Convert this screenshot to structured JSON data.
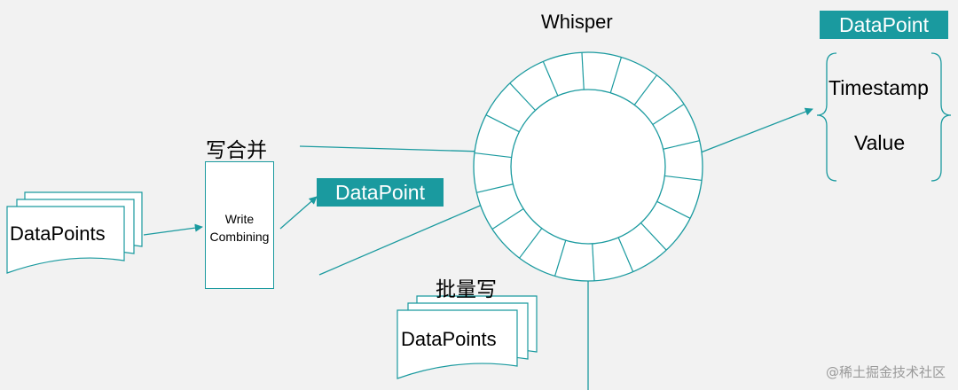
{
  "whisper_label": "Whisper",
  "output_tag": "DataPoint",
  "fields": [
    "Timestamp",
    "Value"
  ],
  "merge_label": "写合并",
  "write_combining": [
    "Write",
    "Combining"
  ],
  "mid_tag": "DataPoint",
  "left_stack_label": "DataPoints",
  "batch_label": "批量写",
  "bottom_stack_label": "DataPoints",
  "watermark": "@稀土掘金技术社区",
  "colors": {
    "accent": "#1a9a9f",
    "background": "#f2f2f2",
    "stroke": "#1a9a9f"
  }
}
